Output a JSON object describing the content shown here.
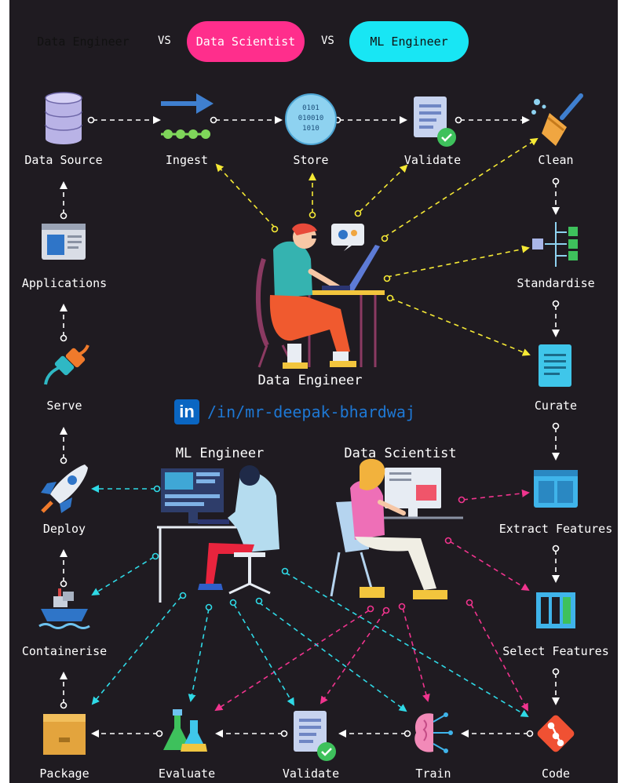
{
  "header": {
    "pill1": "Data Engineer",
    "vs1": "VS",
    "pill2": "Data Scientist",
    "vs2": "VS",
    "pill3": "ML Engineer",
    "colors": {
      "pill1": "#f7ec1a",
      "pill2": "#ff2e8c",
      "pill3": "#18e6f4"
    }
  },
  "nodes": {
    "data_source": "Data Source",
    "ingest": "Ingest",
    "store": "Store",
    "validate_top": "Validate",
    "clean": "Clean",
    "applications": "Applications",
    "standardise": "Standardise",
    "serve": "Serve",
    "curate": "Curate",
    "deploy": "Deploy",
    "extract_features": "Extract Features",
    "containerise": "Containerise",
    "select_features": "Select Features",
    "package": "Package",
    "evaluate": "Evaluate",
    "validate_bottom": "Validate",
    "train": "Train",
    "code": "Code"
  },
  "roles": {
    "data_engineer": "Data Engineer",
    "ml_engineer": "ML Engineer",
    "data_scientist": "Data Scientist"
  },
  "linkedin": {
    "badge": "in",
    "handle": "/in/mr-deepak-bhardwaj"
  },
  "icons": {
    "store_digits": "0101\n01010\n1010"
  },
  "colors": {
    "background": "#1f1b21",
    "data_engineer_links": "#f5e935",
    "data_scientist_links": "#f0348e",
    "ml_engineer_links": "#2fd9e6",
    "flow_arrows": "#ffffff"
  }
}
